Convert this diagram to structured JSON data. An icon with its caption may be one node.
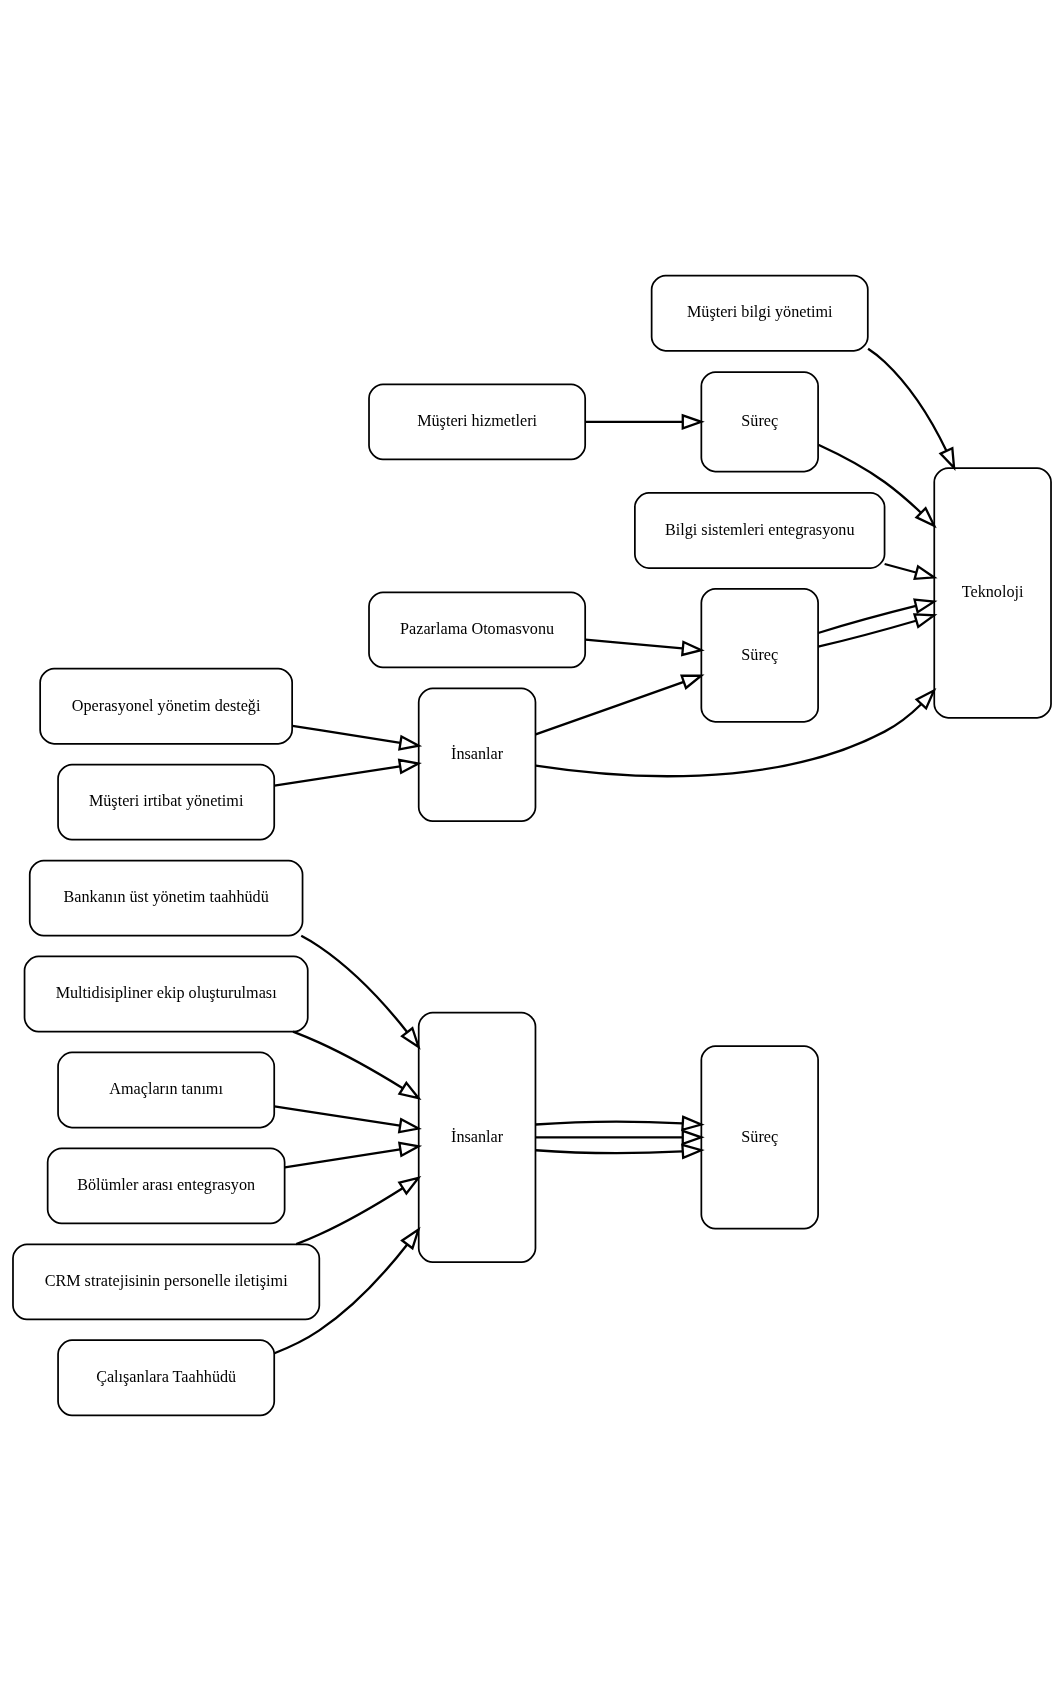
{
  "diagram": {
    "nodes": [
      {
        "text": [
          "Bankanın üst yönetim taahhüdü"
        ]
      },
      {
        "text": [
          "Multidisipliner ekip oluşturulması"
        ]
      },
      {
        "text": [
          "Amaçların tanımı"
        ]
      },
      {
        "text": [
          "Bölümler arası entegrasyon"
        ]
      },
      {
        "text": [
          "CRM stratejisinin personelle iletişimi"
        ]
      },
      {
        "text": [
          "Çalışanlara Taahhüdü"
        ]
      },
      {
        "text": [
          "İnsanlar"
        ]
      },
      {
        "text": [
          "Süreç"
        ]
      },
      {
        "text": [
          "Müşteri bilgi yönetimi"
        ]
      },
      {
        "text": [
          "Müşteri hizmetleri"
        ]
      },
      {
        "text": [
          "Süreç"
        ]
      },
      {
        "text": [
          "Bilgi sistemleri entegrasyonu"
        ]
      },
      {
        "text": [
          "Pazarlama Otomasvonu"
        ]
      },
      {
        "text": [
          "Süreç"
        ]
      },
      {
        "text": [
          "Operasyonel yönetim desteği"
        ]
      },
      {
        "text": [
          "Müşteri irtibat yönetimi"
        ]
      },
      {
        "text": [
          "İnsanlar"
        ]
      },
      {
        "text": [
          "Teknoloji"
        ]
      }
    ],
    "edges": [
      {
        "from": 0,
        "to": 6,
        "arrow": "to"
      },
      {
        "from": 1,
        "to": 6,
        "arrow": "to"
      },
      {
        "from": 2,
        "to": 6,
        "arrow": "to"
      },
      {
        "from": 3,
        "to": 6,
        "arrow": "to"
      },
      {
        "from": 4,
        "to": 6,
        "arrow": "to"
      },
      {
        "from": 5,
        "to": 6,
        "arrow": "to"
      },
      {
        "from": 6,
        "to": 7,
        "arrow": "to"
      },
      {
        "from": 6,
        "to": 7,
        "arrow": "to"
      },
      {
        "from": 6,
        "to": 7,
        "arrow": "to"
      },
      {
        "from": 8,
        "to": 17,
        "arrow": "to"
      },
      {
        "from": 9,
        "to": 10,
        "arrow": "to"
      },
      {
        "from": 10,
        "to": 17,
        "arrow": "to"
      },
      {
        "from": 11,
        "to": 17,
        "arrow": "to"
      },
      {
        "from": 12,
        "to": 13,
        "arrow": "to"
      },
      {
        "from": 14,
        "to": 16,
        "arrow": "to"
      },
      {
        "from": 15,
        "to": 16,
        "arrow": "to"
      },
      {
        "from": 16,
        "to": 13,
        "arrow": "to"
      },
      {
        "from": 13,
        "to": 17,
        "arrow": "to"
      },
      {
        "from": 13,
        "to": 17,
        "arrow": "to"
      },
      {
        "from": 16,
        "to": 17,
        "arrow": "to"
      }
    ]
  }
}
